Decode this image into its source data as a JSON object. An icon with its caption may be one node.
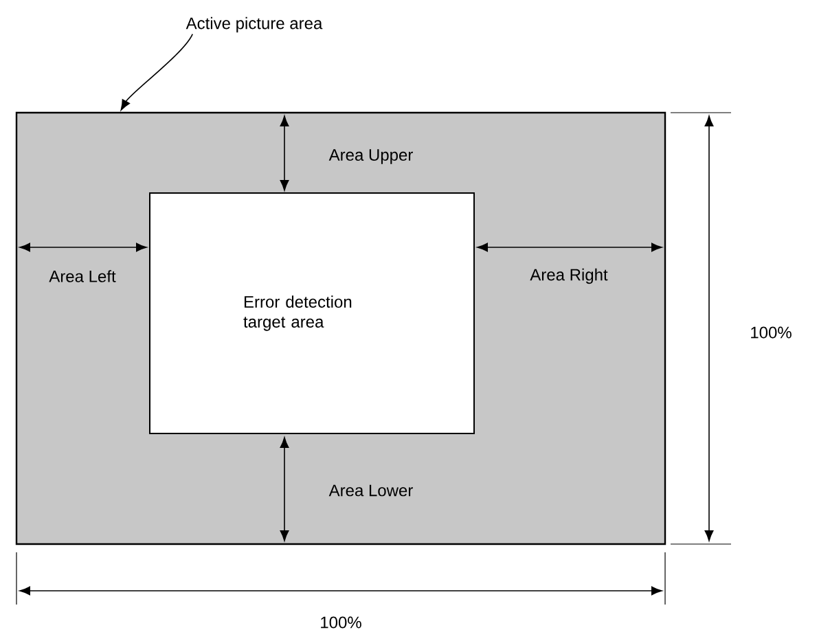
{
  "diagram": {
    "nodes": [
      {
        "text": [
          "Active picture area"
        ]
      },
      {
        "text": [],
        "shape": "box"
      },
      {
        "text": [
          "Error detection target area"
        ],
        "in": 1
      }
    ],
    "edges": [
      {
        "from": 0,
        "to": 1,
        "arrow": "to"
      }
    ],
    "labels": [
      "Area Upper",
      "Area Left",
      "Area Right",
      "Area Lower",
      "100%",
      "100%"
    ]
  }
}
